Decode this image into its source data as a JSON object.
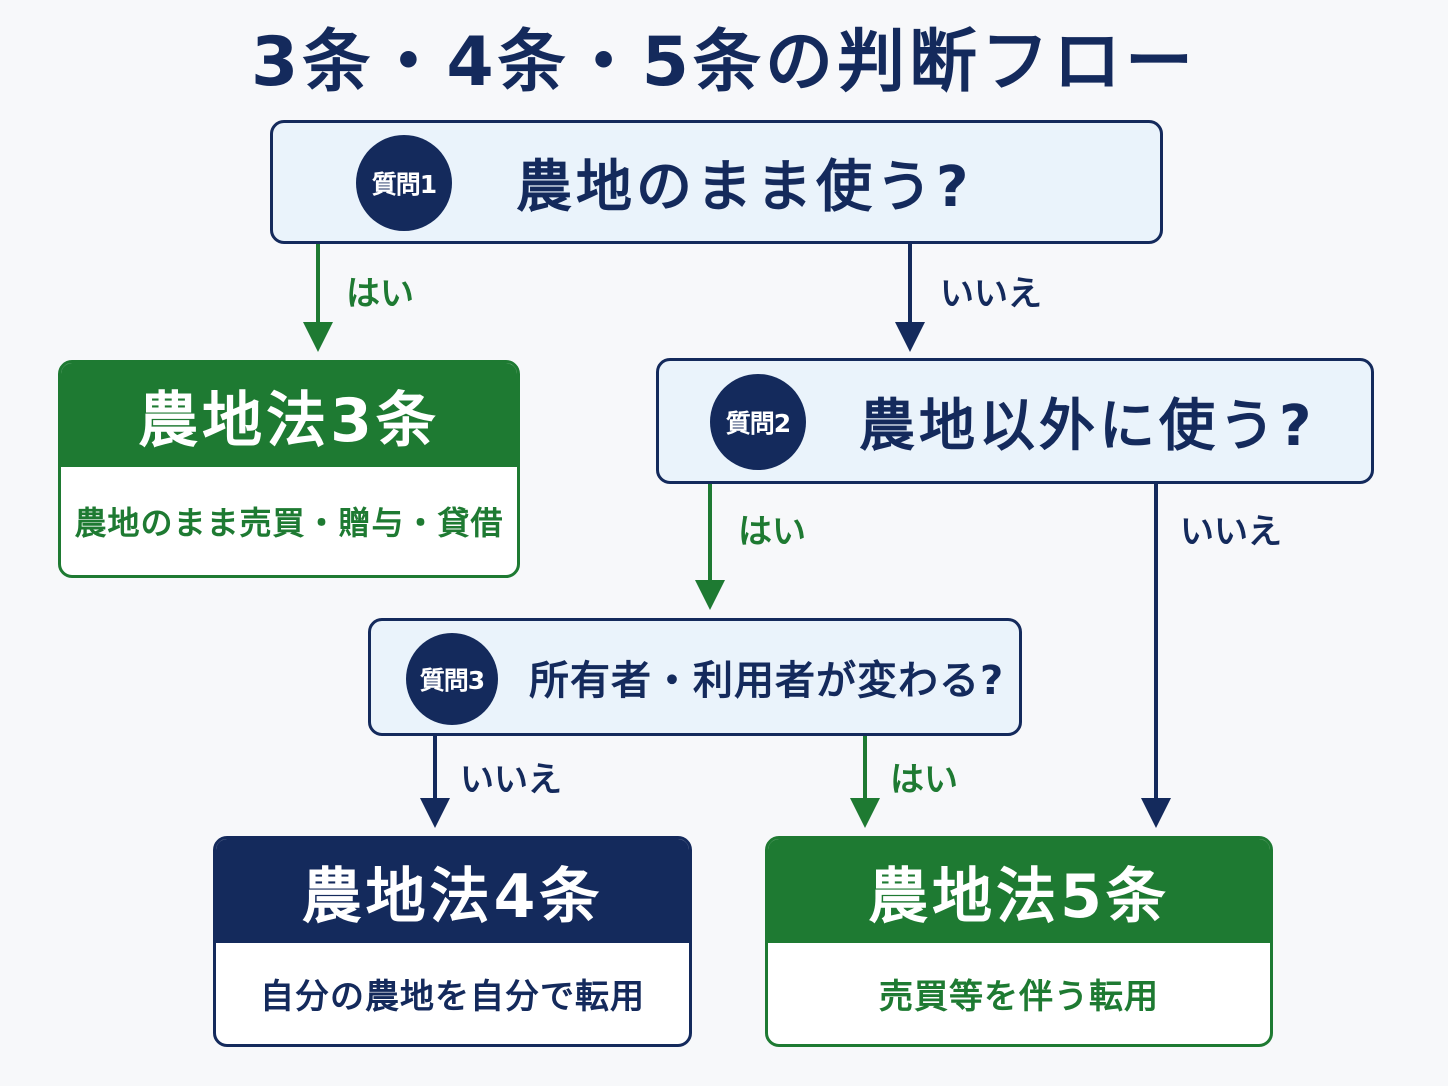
{
  "title": "3条・4条・5条の判断フロー",
  "questions": [
    {
      "badge": "質問1",
      "text": "農地のまま使う?"
    },
    {
      "badge": "質問2",
      "text": "農地以外に使う?"
    },
    {
      "badge": "質問3",
      "text": "所有者・利用者が変わる?"
    }
  ],
  "labels": {
    "yes": "はい",
    "no": "いいえ"
  },
  "results": [
    {
      "heading": "農地法3条",
      "desc": "農地のまま売買・贈与・貸借",
      "color": "#1e7a32"
    },
    {
      "heading": "農地法4条",
      "desc": "自分の農地を自分で転用",
      "color": "#142a5c"
    },
    {
      "heading": "農地法5条",
      "desc": "売買等を伴う転用",
      "color": "#1e7a32"
    }
  ],
  "colors": {
    "navy": "#142a5c",
    "green": "#1e7a32",
    "question_bg": "#eaf3fb",
    "background": "#f7f8fa"
  }
}
